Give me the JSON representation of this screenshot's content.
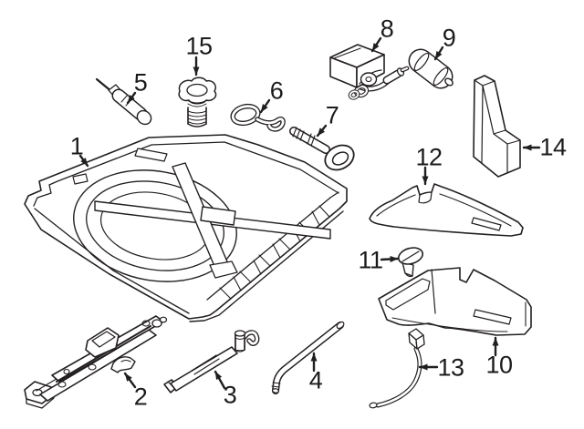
{
  "diagram": {
    "background_color": "#ffffff",
    "line_color": "#231f20",
    "callouts": [
      {
        "label": "1",
        "part": "trunk-floor-storage-tray"
      },
      {
        "label": "2",
        "part": "scissor-jack"
      },
      {
        "label": "3",
        "part": "jack-handle"
      },
      {
        "label": "4",
        "part": "extension-rod"
      },
      {
        "label": "5",
        "part": "screwdriver"
      },
      {
        "label": "6",
        "part": "hook-clip"
      },
      {
        "label": "7",
        "part": "tow-hook"
      },
      {
        "label": "8",
        "part": "tool-box-with-hose"
      },
      {
        "label": "9",
        "part": "canister"
      },
      {
        "label": "10",
        "part": "foam-tool-tray-lower"
      },
      {
        "label": "11",
        "part": "plug-cap"
      },
      {
        "label": "12",
        "part": "foam-tool-tray-upper"
      },
      {
        "label": "13",
        "part": "tether-cord"
      },
      {
        "label": "14",
        "part": "foam-spacer-block"
      },
      {
        "label": "15",
        "part": "spare-tire-wing-bolt"
      }
    ]
  }
}
